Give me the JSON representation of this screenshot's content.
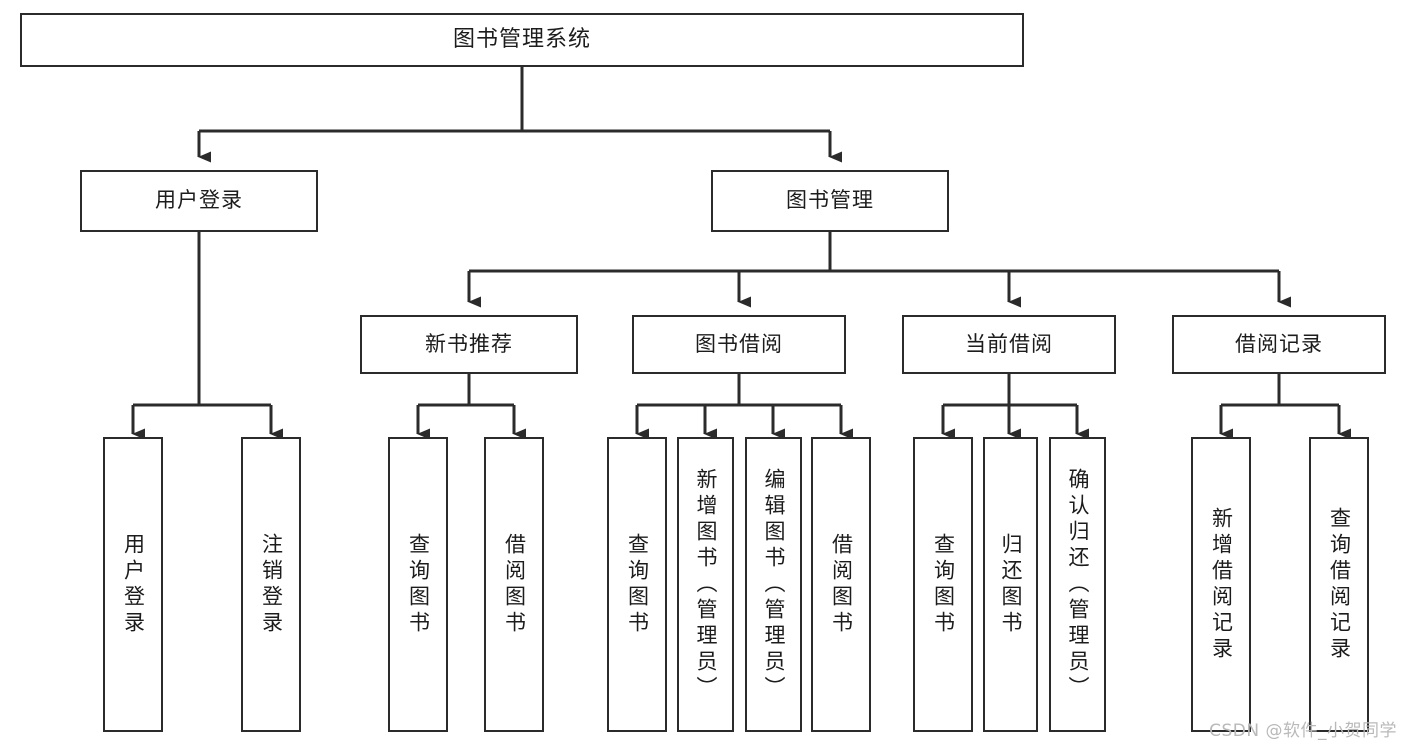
{
  "diagram": {
    "title": "图书管理系统",
    "type": "tree-hierarchy",
    "stroke_color": "#2b2b2b",
    "fill_color": "#ffffff",
    "text_color": "#1c1c1c"
  },
  "nodes": {
    "root": {
      "label": "图书管理系统"
    },
    "level2": [
      {
        "label": "用户登录"
      },
      {
        "label": "图书管理"
      }
    ],
    "level3": [
      {
        "label": "新书推荐"
      },
      {
        "label": "图书借阅"
      },
      {
        "label": "当前借阅"
      },
      {
        "label": "借阅记录"
      }
    ],
    "leaves": {
      "user_login": [
        {
          "label": "用户登录"
        },
        {
          "label": "注销登录"
        }
      ],
      "new_book_recommend": [
        {
          "label": "查询图书"
        },
        {
          "label": "借阅图书"
        }
      ],
      "book_borrow": [
        {
          "label": "查询图书"
        },
        {
          "label": "新增图书（管理员）"
        },
        {
          "label": "编辑图书（管理员）"
        },
        {
          "label": "借阅图书"
        }
      ],
      "current_borrow": [
        {
          "label": "查询图书"
        },
        {
          "label": "归还图书"
        },
        {
          "label": "确认归还（管理员）"
        }
      ],
      "borrow_record": [
        {
          "label": "新增借阅记录"
        },
        {
          "label": "查询借阅记录"
        }
      ]
    }
  },
  "watermark": {
    "text": "CSDN @软件_小贺同学"
  }
}
